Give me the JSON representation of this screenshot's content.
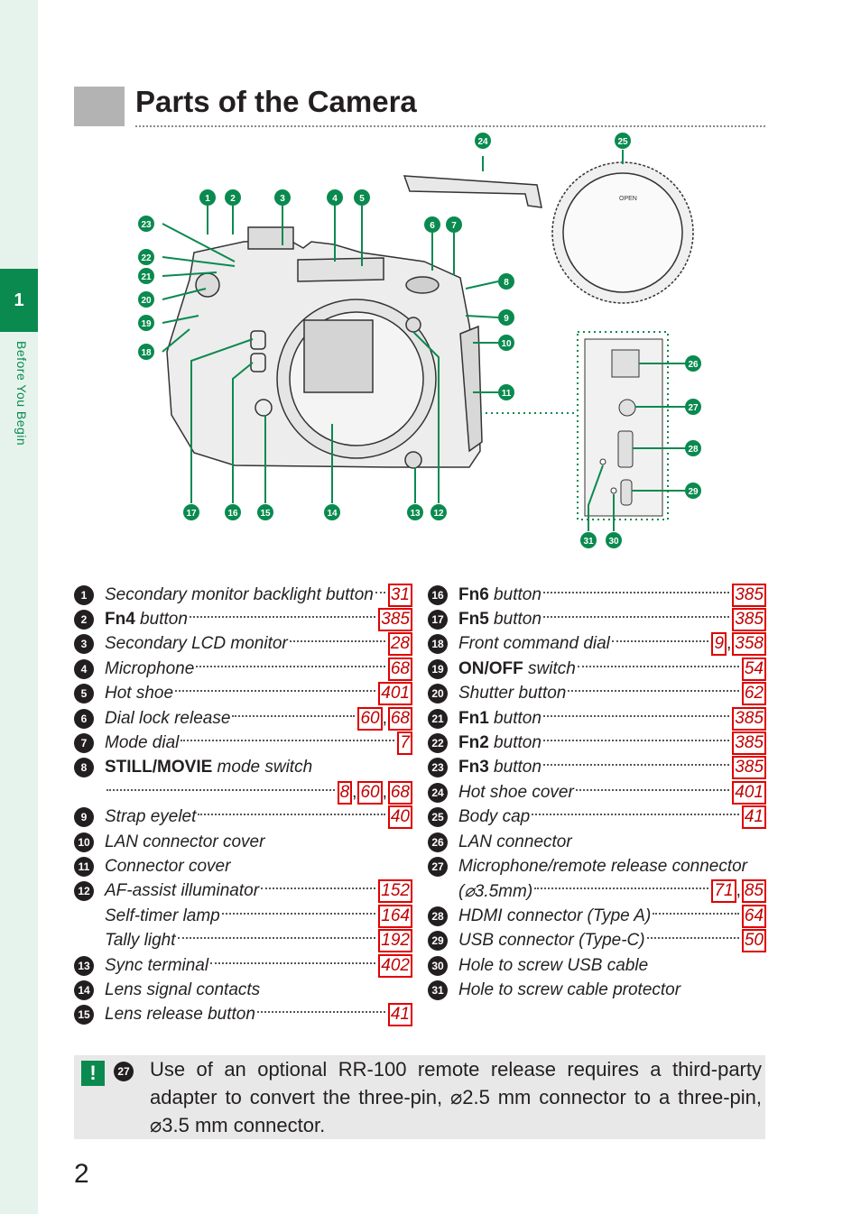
{
  "chapter": {
    "number": "1",
    "label": "Before You Begin"
  },
  "title": "Parts of the Camera",
  "diagram": {
    "callouts": [
      "1",
      "2",
      "3",
      "4",
      "5",
      "6",
      "7",
      "8",
      "9",
      "10",
      "11",
      "12",
      "13",
      "14",
      "15",
      "16",
      "17",
      "18",
      "19",
      "20",
      "21",
      "22",
      "23",
      "24",
      "25",
      "26",
      "27",
      "28",
      "29",
      "30",
      "31"
    ],
    "body_cap_text": "OPEN"
  },
  "legend_left": [
    {
      "n": "1",
      "label": "Secondary monitor backlight button",
      "pages": [
        "31"
      ]
    },
    {
      "n": "2",
      "key": "Fn4",
      "label": " button",
      "pages": [
        "385"
      ]
    },
    {
      "n": "3",
      "label": "Secondary LCD monitor",
      "pages": [
        "28"
      ]
    },
    {
      "n": "4",
      "label": "Microphone",
      "pages": [
        "68"
      ]
    },
    {
      "n": "5",
      "label": "Hot shoe",
      "pages": [
        "401"
      ]
    },
    {
      "n": "6",
      "label": "Dial lock release",
      "pages": [
        "60",
        "68"
      ]
    },
    {
      "n": "7",
      "label": "Mode dial",
      "pages": [
        "7"
      ]
    },
    {
      "n": "8",
      "key": "STILL/MOVIE",
      "label": " mode switch",
      "pages": []
    },
    {
      "n": "",
      "label": "",
      "pages": [
        "8",
        "60",
        "68"
      ]
    },
    {
      "n": "9",
      "label": "Strap eyelet",
      "pages": [
        "40"
      ]
    },
    {
      "n": "10",
      "label": "LAN connector cover",
      "pages": []
    },
    {
      "n": "11",
      "label": "Connector cover",
      "pages": []
    },
    {
      "n": "12",
      "label": "AF-assist illuminator",
      "pages": [
        "152"
      ]
    },
    {
      "n": "",
      "label": "Self-timer lamp",
      "pages": [
        "164"
      ]
    },
    {
      "n": "",
      "label": "Tally light",
      "pages": [
        "192"
      ]
    },
    {
      "n": "13",
      "label": "Sync terminal",
      "pages": [
        "402"
      ]
    },
    {
      "n": "14",
      "label": "Lens signal contacts",
      "pages": []
    },
    {
      "n": "15",
      "label": "Lens release button",
      "pages": [
        "41"
      ]
    }
  ],
  "legend_right": [
    {
      "n": "16",
      "key": "Fn6",
      "label": " button",
      "pages": [
        "385"
      ]
    },
    {
      "n": "17",
      "key": "Fn5",
      "label": " button",
      "pages": [
        "385"
      ]
    },
    {
      "n": "18",
      "label": "Front command dial",
      "pages": [
        "9",
        "358"
      ]
    },
    {
      "n": "19",
      "key": "ON/OFF",
      "label": " switch",
      "pages": [
        "54"
      ]
    },
    {
      "n": "20",
      "label": "Shutter button",
      "pages": [
        "62"
      ]
    },
    {
      "n": "21",
      "key": "Fn1",
      "label": " button",
      "pages": [
        "385"
      ]
    },
    {
      "n": "22",
      "key": "Fn2",
      "label": " button",
      "pages": [
        "385"
      ]
    },
    {
      "n": "23",
      "key": "Fn3",
      "label": " button",
      "pages": [
        "385"
      ]
    },
    {
      "n": "24",
      "label": "Hot shoe cover",
      "pages": [
        "401"
      ]
    },
    {
      "n": "25",
      "label": "Body cap",
      "pages": [
        "41"
      ]
    },
    {
      "n": "26",
      "label": "LAN connector",
      "pages": []
    },
    {
      "n": "27",
      "label": "Microphone/remote release connector",
      "pages": []
    },
    {
      "n": "",
      "label": "(⌀3.5mm)",
      "pages": [
        "71",
        "85"
      ]
    },
    {
      "n": "28",
      "label": "HDMI connector (Type A)",
      "pages": [
        "64"
      ]
    },
    {
      "n": "29",
      "label": "USB connector (Type-C)",
      "pages": [
        "50"
      ]
    },
    {
      "n": "30",
      "label": "Hole to screw USB cable",
      "pages": []
    },
    {
      "n": "31",
      "label": "Hole to screw cable protector",
      "pages": []
    }
  ],
  "note": {
    "icon": "!",
    "ref": "27",
    "text": "Use of an optional RR-100 remote release requires a third-party adapter to convert the three-pin, ⌀2.5 mm connector to a three-pin, ⌀3.5 mm connector."
  },
  "page_number": "2",
  "colors": {
    "accent": "#0a8a4f",
    "sidebar": "#e6f3ec",
    "link_box": "#e00000"
  }
}
